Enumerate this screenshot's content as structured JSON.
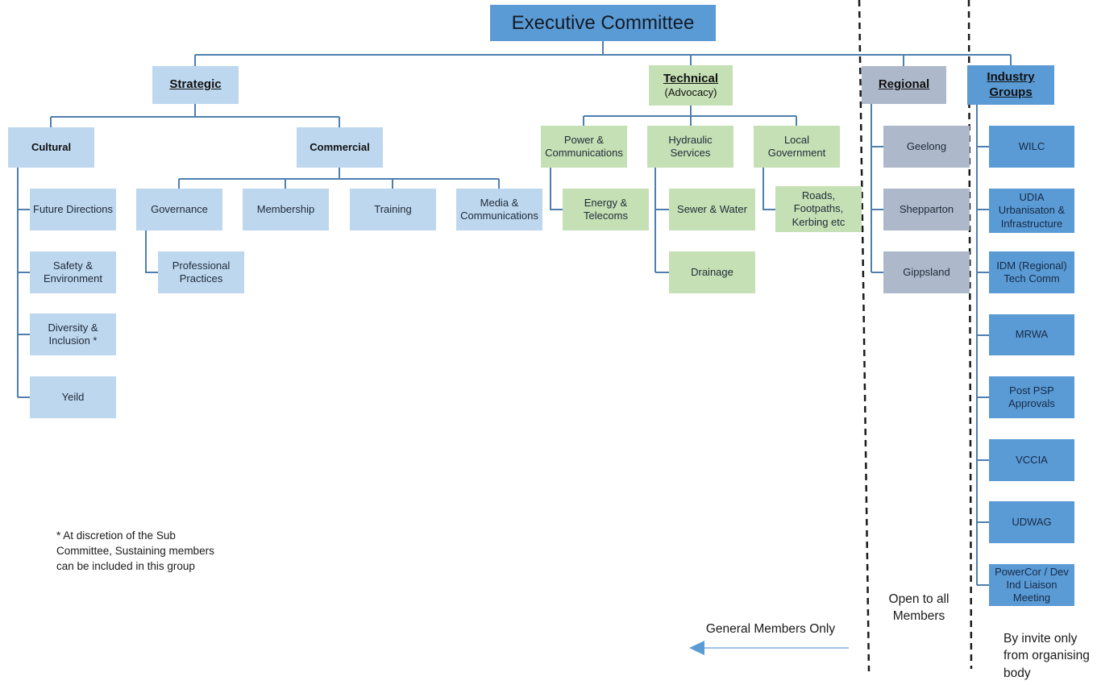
{
  "title": "Executive Committee organisation chart",
  "colors": {
    "accent_blue": "#5b9bd5",
    "light_blue": "#bdd7ee",
    "green": "#c5e0b4",
    "gray": "#adb9ca",
    "connector": "#4e7fae",
    "arrow_line": "#9dc3e6",
    "dashed_line": "#1a1a1a"
  },
  "nodes": [
    {
      "name": "executive-committee",
      "label": "Executive Committee",
      "style": "blue",
      "big": true
    },
    {
      "name": "strategic",
      "label": "Strategic",
      "style": "lightblue",
      "head": true
    },
    {
      "name": "technical",
      "label": "Technical",
      "sublabel": "(Advocacy)",
      "style": "green",
      "head": true
    },
    {
      "name": "regional",
      "label": "Regional",
      "style": "gray",
      "head": true
    },
    {
      "name": "industry-groups",
      "label": "Industry Groups",
      "style": "blue",
      "head": true
    },
    {
      "name": "cultural",
      "label": "Cultural",
      "style": "lightblue",
      "bold": true
    },
    {
      "name": "commercial",
      "label": "Commercial",
      "style": "lightblue",
      "bold": true
    },
    {
      "name": "future-directions",
      "label": "Future Directions",
      "style": "lightblue"
    },
    {
      "name": "safety-environment",
      "label": "Safety & Environment",
      "style": "lightblue"
    },
    {
      "name": "diversity-inclusion",
      "label": "Diversity & Inclusion  *",
      "style": "lightblue"
    },
    {
      "name": "yeild",
      "label": "Yeild",
      "style": "lightblue"
    },
    {
      "name": "governance",
      "label": "Governance",
      "style": "lightblue"
    },
    {
      "name": "membership",
      "label": "Membership",
      "style": "lightblue"
    },
    {
      "name": "training",
      "label": "Training",
      "style": "lightblue"
    },
    {
      "name": "media-communications",
      "label": "Media & Communications",
      "style": "lightblue"
    },
    {
      "name": "professional-practices",
      "label": "Professional Practices",
      "style": "lightblue"
    },
    {
      "name": "power-communications",
      "label": "Power & Communications",
      "style": "green"
    },
    {
      "name": "hydraulic-services",
      "label": "Hydraulic Services",
      "style": "green"
    },
    {
      "name": "local-government",
      "label": "Local Government",
      "style": "green"
    },
    {
      "name": "energy-telecoms",
      "label": "Energy & Telecoms",
      "style": "green"
    },
    {
      "name": "sewer-water",
      "label": "Sewer & Water",
      "style": "green"
    },
    {
      "name": "roads-footpaths",
      "label": "Roads, Footpaths, Kerbing etc",
      "style": "green"
    },
    {
      "name": "drainage",
      "label": "Drainage",
      "style": "green"
    },
    {
      "name": "geelong",
      "label": "Geelong",
      "style": "gray"
    },
    {
      "name": "shepparton",
      "label": "Shepparton",
      "style": "gray"
    },
    {
      "name": "gippsland",
      "label": "Gippsland",
      "style": "gray"
    },
    {
      "name": "wilc",
      "label": "WILC",
      "style": "blue"
    },
    {
      "name": "udia",
      "label": "UDIA Urbanisaton & Infrastructure",
      "style": "blue"
    },
    {
      "name": "idm-tech-comm",
      "label": "IDM (Regional) Tech Comm",
      "style": "blue"
    },
    {
      "name": "mrwa",
      "label": "MRWA",
      "style": "blue"
    },
    {
      "name": "post-psp-approvals",
      "label": "Post PSP Approvals",
      "style": "blue"
    },
    {
      "name": "vccia",
      "label": "VCCIA",
      "style": "blue"
    },
    {
      "name": "udwag",
      "label": "UDWAG",
      "style": "blue"
    },
    {
      "name": "powercor",
      "label": "PowerCor / Dev Ind Liaison Meeting",
      "style": "blue"
    }
  ],
  "annotations": {
    "footnote": "* At discretion of the Sub\nCommittee, Sustaining members\ncan be included in this group",
    "general_members_only": "General Members Only",
    "open_to_all": "Open to all\nMembers",
    "by_invite": "By invite only\nfrom organising\nbody"
  }
}
